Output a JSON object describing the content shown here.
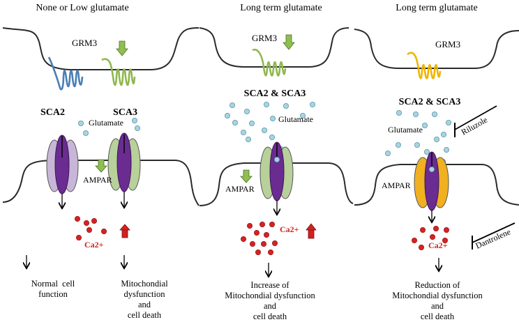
{
  "panels": [
    {
      "title": "None or Low glutamate",
      "receptor_label": "GRM3",
      "sca_left": "SCA2",
      "sca_right": "SCA3",
      "glutamate": "Glutamate",
      "ampar": "AMPAR",
      "calcium": "Ca2+",
      "outcome_left": [
        "Normal  cell",
        "function"
      ],
      "outcome_right": [
        "Mitochondial",
        "dysfunction",
        "and",
        "cell death"
      ]
    },
    {
      "title": "Long term glutamate",
      "receptor_label": "GRM3",
      "sca": "SCA2 & SCA3",
      "glutamate": "Glutamate",
      "ampar": "AMPAR",
      "calcium": "Ca2+",
      "outcome": [
        "Increase  of",
        "Mitochondial dysfunction",
        "and",
        "cell death"
      ]
    },
    {
      "title": "Long term glutamate",
      "receptor_label": "GRM3",
      "sca": "SCA2 & SCA3",
      "glutamate": "Glutamate",
      "inhibitor_top": "Riluzole",
      "ampar": "AMPAR",
      "calcium": "Ca2+",
      "inhibitor_bottom": "Dantrolene",
      "outcome": [
        "Reduction of",
        "Mitochondial dysfunction",
        "and",
        "cell death"
      ]
    }
  ],
  "colors": {
    "sca2_receptor": "#4a7fb5",
    "sca3_receptor": "#8fb84e",
    "p3_receptor": "#f0b400",
    "ampar_core": "#6a2c91",
    "ampar_light_purple": "#c8b6d8",
    "ampar_light_green": "#b8d09a",
    "ampar_gold": "#f0b020",
    "glutamate_dot": "#a8d4e0",
    "calcium_dot": "#d62222",
    "arrow_green": "#8fbf4f",
    "arrow_red": "#d42020"
  }
}
